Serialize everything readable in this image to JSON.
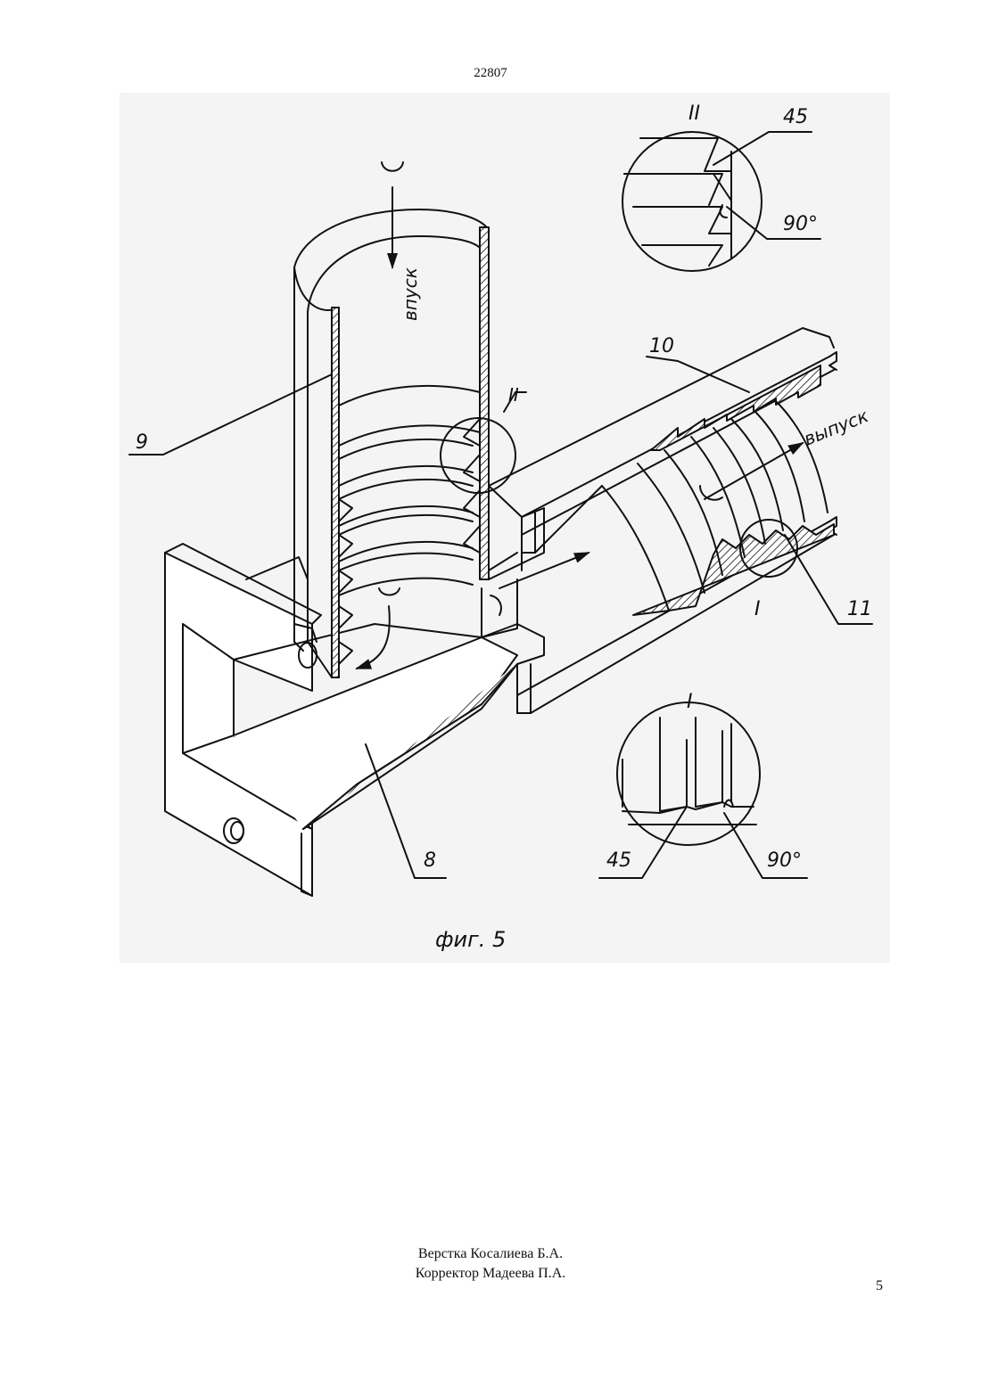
{
  "header": {
    "doc_number": "22807"
  },
  "figure": {
    "caption": "фиг. 5",
    "labels": {
      "inlet": "впуск",
      "outlet": "выпуск",
      "part_8": "8",
      "part_9": "9",
      "part_10": "10",
      "part_11": "11",
      "detail_top": "II",
      "detail_top_marker": "II",
      "detail_bottom": "I",
      "detail_bottom_marker": "I",
      "angle_45_top": "45",
      "angle_90_top": "90°",
      "angle_45_bottom": "45",
      "angle_90_bottom": "90°"
    }
  },
  "footer": {
    "layout_credit": "Верстка Косалиева Б.А.",
    "proofreader_credit": "Корректор Мадеева П.А.",
    "page_number": "5"
  }
}
